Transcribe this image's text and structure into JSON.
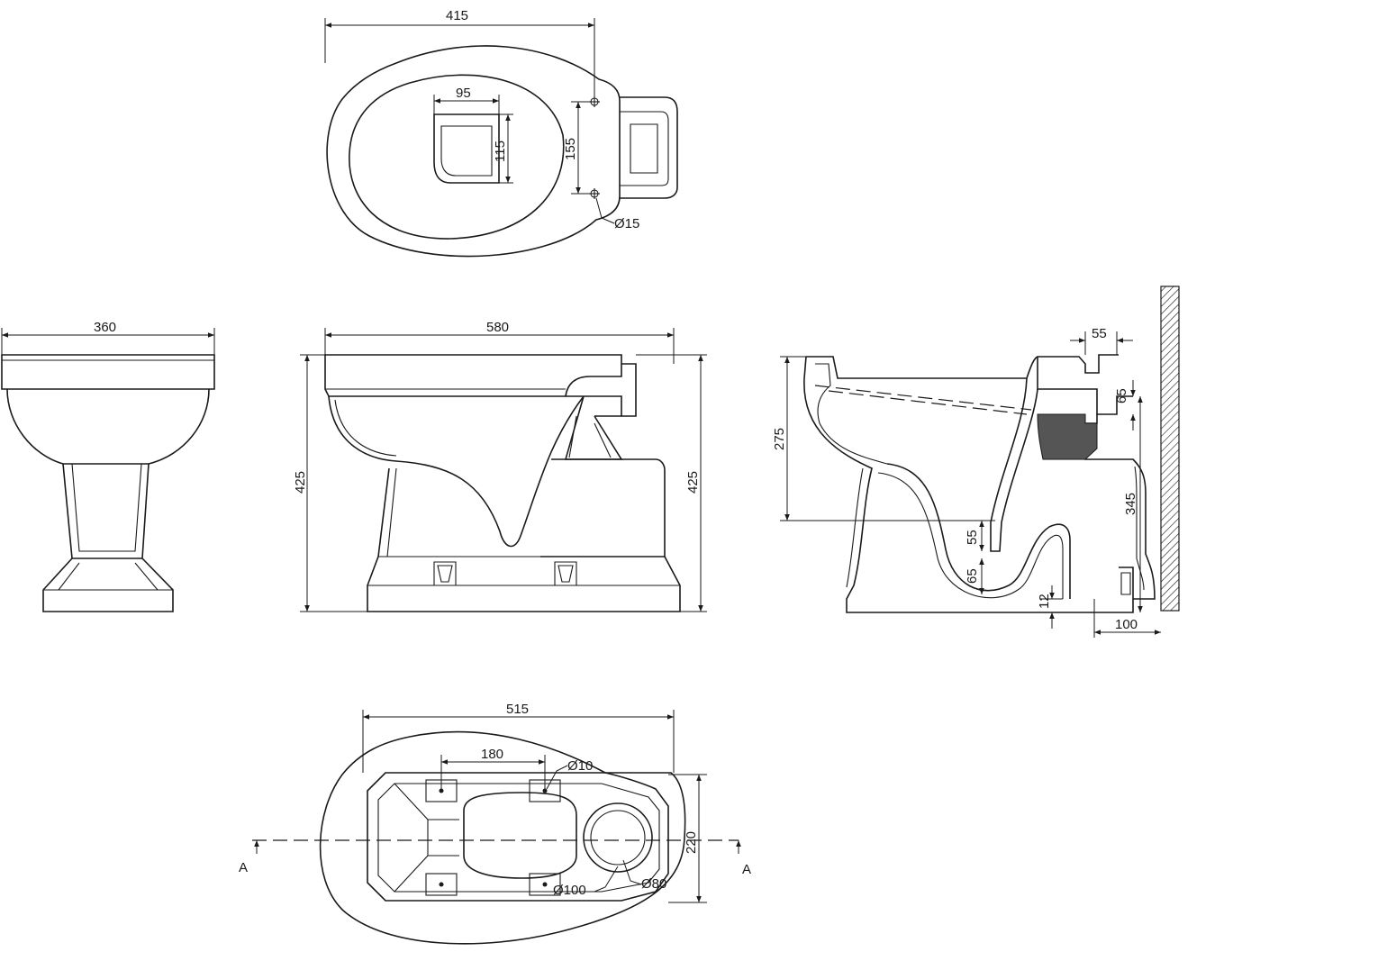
{
  "dimensions": {
    "top_width": "415",
    "top_outlet_width": "95",
    "top_outlet_length": "115",
    "top_hole_spacing": "155",
    "top_hole_diameter": "Ø15",
    "front_width": "360",
    "side_length": "580",
    "side_height_left": "425",
    "side_height_right": "425",
    "section_rim_height": "275",
    "section_top_offset": "55",
    "section_spigot_offset": "65",
    "section_outlet_height": "345",
    "section_trap_55": "55",
    "section_trap_65": "65",
    "section_base_12": "12",
    "section_wall_gap": "100",
    "base_length": "515",
    "base_bolt_spacing": "180",
    "base_bolt_diameter": "Ø10",
    "base_width": "220",
    "base_outlet_outer": "Ø100",
    "base_outlet_inner": "Ø80",
    "section_mark_left": "A",
    "section_mark_right": "A"
  }
}
